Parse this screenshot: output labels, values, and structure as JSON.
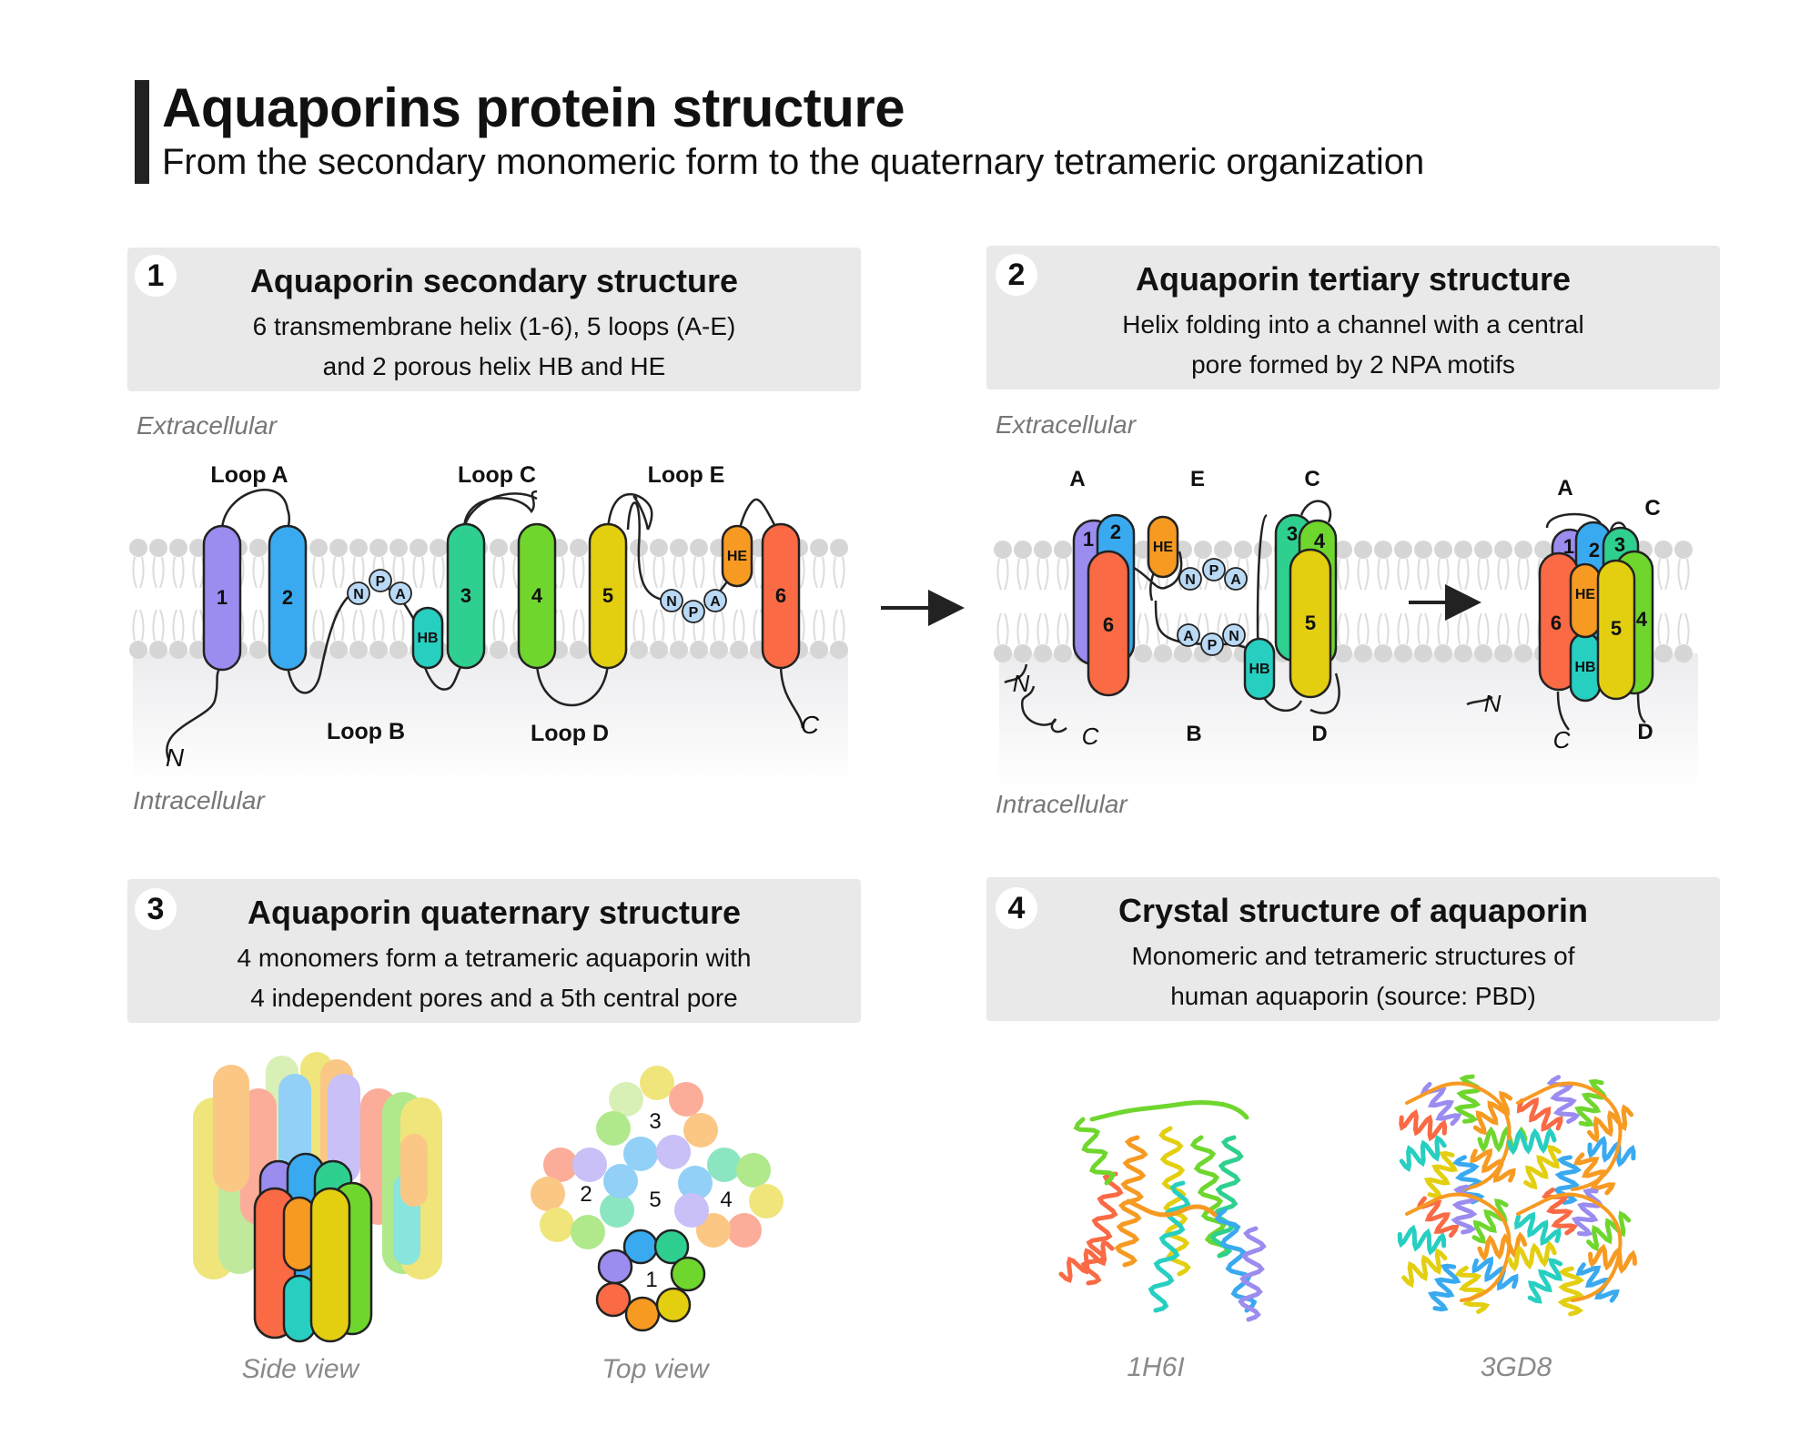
{
  "header": {
    "title": "Aquaporins protein structure",
    "subtitle": "From the secondary monomeric form to the quaternary tetrameric organization"
  },
  "panels": [
    {
      "number": "1",
      "title": "Aquaporin secondary structure",
      "desc1": "6 transmembrane helix (1-6), 5 loops (A-E)",
      "desc2": "and 2 porous helix HB and HE"
    },
    {
      "number": "2",
      "title": "Aquaporin tertiary structure",
      "desc1": "Helix folding into a channel with a central",
      "desc2": "pore formed by 2 NPA motifs"
    },
    {
      "number": "3",
      "title": "Aquaporin quaternary structure",
      "desc1": "4 monomers form a tetrameric aquaporin with",
      "desc2": "4 independent pores and a 5th central pore"
    },
    {
      "number": "4",
      "title": "Crystal structure of aquaporin",
      "desc1": "Monomeric and tetrameric structures of",
      "desc2": "human aquaporin (source: PBD)"
    }
  ],
  "membrane": {
    "extracellular": "Extracellular",
    "intracellular": "Intracellular"
  },
  "secondary": {
    "loops": {
      "a": "Loop A",
      "b": "Loop B",
      "c": "Loop C",
      "d": "Loop D",
      "e": "Loop E"
    },
    "helices": [
      "1",
      "2",
      "3",
      "4",
      "5",
      "6"
    ],
    "hb": "HB",
    "he": "HE",
    "npa": [
      "N",
      "P",
      "A"
    ],
    "n_term": "N",
    "c_term": "C"
  },
  "tertiary": {
    "letters": {
      "a": "A",
      "b": "B",
      "c": "C",
      "d": "D",
      "e": "E"
    },
    "n_term": "N",
    "c_term": "C"
  },
  "quaternary": {
    "side_view": "Side view",
    "top_view": "Top view",
    "monomers": [
      "1",
      "2",
      "3",
      "4",
      "5"
    ]
  },
  "crystal": {
    "monomer_id": "1H6I",
    "tetramer_id": "3GD8"
  },
  "colors": {
    "h1": "#9b8cf0",
    "h2": "#3aaaf0",
    "h3": "#2fd08f",
    "h4": "#6fd62e",
    "h5": "#e3cf10",
    "h6": "#f96a45",
    "hb": "#27cfc1",
    "he": "#f79a22",
    "npa": "#b9d9f5",
    "panel_bg": "#e9e9e9"
  }
}
